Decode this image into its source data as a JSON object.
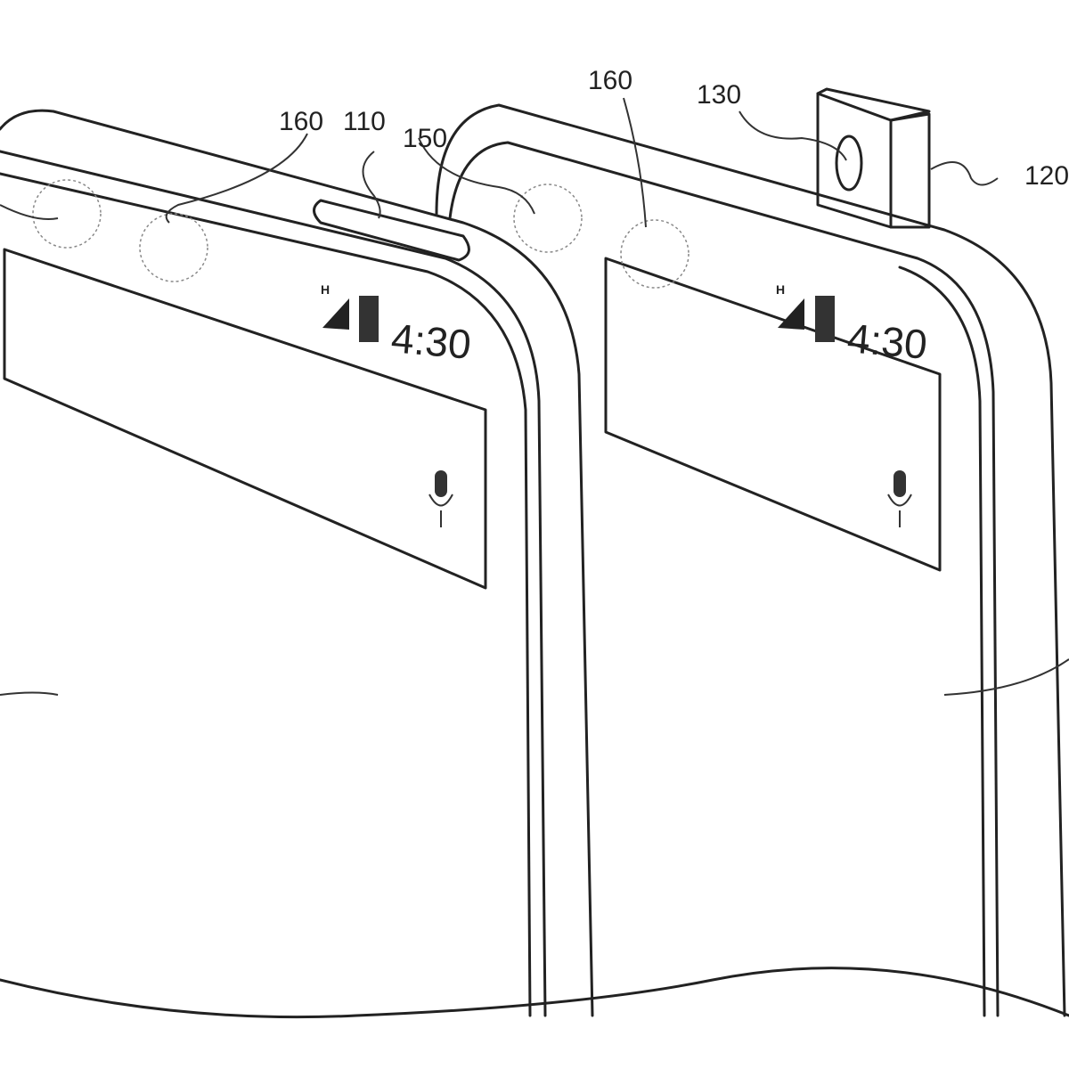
{
  "labels": {
    "left_sensor": "160",
    "slot": "110",
    "frame": "150",
    "right_sensor": "160",
    "camera": "130",
    "camera_module": "120"
  },
  "left_phone": {
    "network": "H",
    "time": "4:30",
    "icons": [
      "signal-icon",
      "battery-icon",
      "microphone-icon"
    ]
  },
  "right_phone": {
    "network": "H",
    "time": "4:30",
    "icons": [
      "signal-icon",
      "battery-icon",
      "microphone-icon"
    ]
  }
}
